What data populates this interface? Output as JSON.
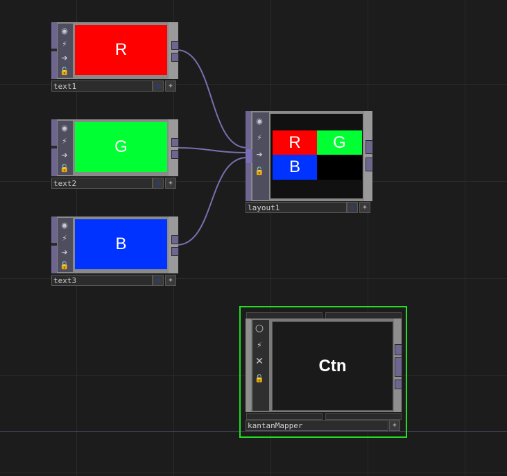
{
  "nodes": {
    "text1": {
      "name": "text1",
      "label": "R",
      "color": "#ff0000"
    },
    "text2": {
      "name": "text2",
      "label": "G",
      "color": "#00ff33"
    },
    "text3": {
      "name": "text3",
      "label": "B",
      "color": "#0033ff"
    },
    "layout1": {
      "name": "layout1",
      "cells": [
        {
          "label": "R",
          "color": "#ff0000"
        },
        {
          "label": "G",
          "color": "#00ff33"
        },
        {
          "label": "B",
          "color": "#0033ff"
        },
        {
          "label": "",
          "color": "#000000"
        }
      ]
    },
    "kantanMapper": {
      "name": "kantanMapper",
      "label": "Ctn",
      "selected_color": "#22dd22"
    }
  },
  "icons": {
    "viewer": "viewer-icon",
    "bypass": "bypass-icon",
    "display": "display-arrow-icon",
    "lock": "lock-icon",
    "cook": "cook-x-icon",
    "cog": "cog-icon"
  },
  "colors": {
    "wire": "#7a6fb0",
    "background": "#1c1c1c",
    "port": "#6f6591"
  }
}
